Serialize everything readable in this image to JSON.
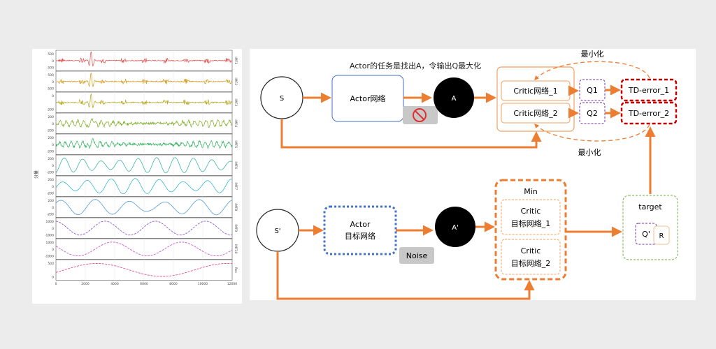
{
  "signal_plot": {
    "ylabel": "分量",
    "xticks": [
      "0",
      "2000",
      "4000",
      "6000",
      "8000",
      "10000",
      "12000"
    ],
    "subplots": [
      {
        "label": "IMF1",
        "color": "#e4504d",
        "yticks": [
          "500",
          "0",
          "-500"
        ],
        "style": "burst"
      },
      {
        "label": "IMF2",
        "color": "#d49a17",
        "yticks": [
          "500",
          "0",
          "-500"
        ],
        "style": "burst"
      },
      {
        "label": "IMF3",
        "color": "#b5a51a",
        "yticks": [
          "0",
          "-200"
        ],
        "style": "burst"
      },
      {
        "label": "IMF4",
        "color": "#7cab1f",
        "yticks": [
          "200",
          "0",
          "-200"
        ],
        "style": "noise"
      },
      {
        "label": "IMF5",
        "color": "#2bb05a",
        "yticks": [
          "200",
          "0",
          "-200"
        ],
        "style": "noise"
      },
      {
        "label": "IMF6",
        "color": "#22ad97",
        "yticks": [
          "200",
          "0",
          "-200"
        ],
        "style": "osc"
      },
      {
        "label": "IMF7",
        "color": "#1bb0c9",
        "yticks": [
          "200",
          "0",
          "-200"
        ],
        "style": "osc"
      },
      {
        "label": "IMF8",
        "color": "#3a8fd5",
        "yticks": [
          "200",
          "0",
          "-200"
        ],
        "style": "osc"
      },
      {
        "label": "IMF9",
        "color": "#8a5ad0",
        "yticks": [
          "1000",
          "0",
          "-1000"
        ],
        "style": "slow"
      },
      {
        "label": "IMF10",
        "color": "#c95ac7",
        "yticks": [
          "1000",
          "0",
          "-1000"
        ],
        "style": "slow"
      },
      {
        "label": "Res",
        "color": "#e04f92",
        "yticks": [
          "500",
          "0"
        ],
        "style": "trend"
      }
    ]
  },
  "diagram": {
    "actor_task": "Actor的任务是找出A，令输出Q最大化",
    "s_label": "S",
    "actor_label": "Actor网络",
    "a_label": "A",
    "critic1_label": "Critic网络_1",
    "critic2_label": "Critic网络_2",
    "q1_label": "Q1",
    "q2_label": "Q2",
    "td1_label": "TD-error_1",
    "td2_label": "TD-error_2",
    "minimize_top": "最小化",
    "minimize_bottom": "最小化",
    "s_prime_label": "S'",
    "actor_target_line1": "Actor",
    "actor_target_line2": "目标网络",
    "a_prime_label": "A'",
    "noise_label": "Noise",
    "min_label": "Min",
    "critic_t1_line1": "Critic",
    "critic_t1_line2": "目标网络_1",
    "critic_t2_line1": "Critic",
    "critic_t2_line2": "目标网络_2",
    "target_label": "target",
    "q_prime_label": "Q'",
    "r_label": "R",
    "colors": {
      "arrow": "#ed7d31",
      "actor_border": "#4472c4",
      "td_border": "#c00000",
      "q_border": "#7030a0",
      "target_border": "#70ad47"
    }
  }
}
